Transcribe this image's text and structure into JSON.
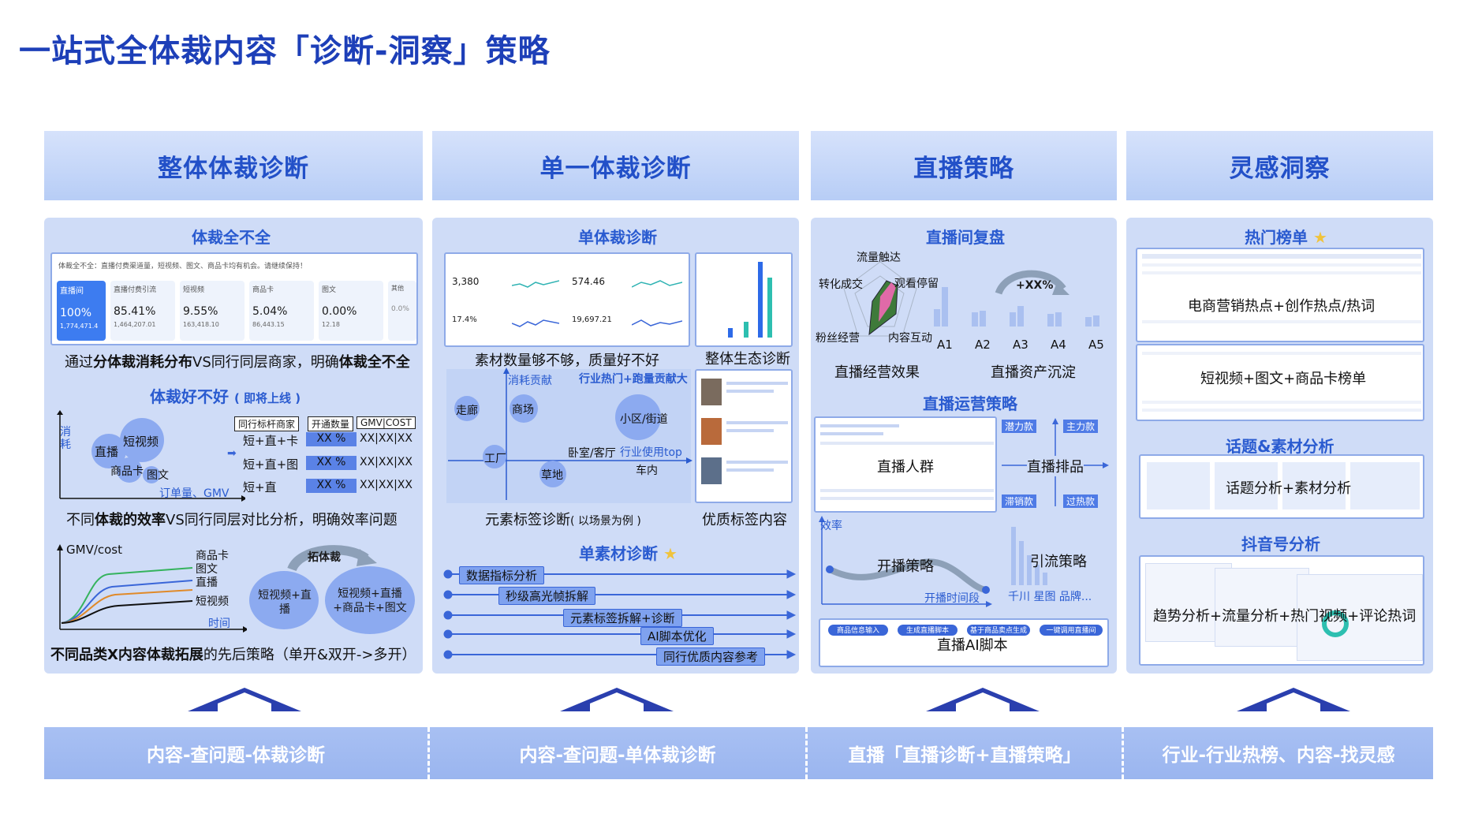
{
  "page": {
    "title": "一站式全体裁内容「诊断-洞察」策略"
  },
  "columns": [
    {
      "header": "整体体裁诊断"
    },
    {
      "header": "单一体裁诊断"
    },
    {
      "header": "直播策略"
    },
    {
      "header": "灵感洞察"
    }
  ],
  "col1": {
    "sub1": "体裁全不全",
    "screenshot": {
      "notice": "体裁全不全：直播付费渠道量，短视频、图文、商品卡均有机会。请继续保持！",
      "cards": [
        {
          "label": "直播间",
          "value": "100%",
          "note": "1,774,471.4"
        },
        {
          "label": "直播付费引流",
          "value": "85.41%",
          "note": "1,464,207.01"
        },
        {
          "label": "短视频",
          "value": "9.55%",
          "note": "163,418.10"
        },
        {
          "label": "商品卡",
          "value": "5.04%",
          "note": "86,443.15"
        },
        {
          "label": "图文",
          "value": "0.00%",
          "note": "12.18"
        },
        {
          "label": "其他",
          "value": "0.0%",
          "note": ""
        }
      ]
    },
    "cap1_prefix": "通过",
    "cap1_bold1": "分体裁消耗分布",
    "cap1_mid": "VS同行同层商家，明确",
    "cap1_bold2": "体裁全不全",
    "sub2": "体裁好不好",
    "sub2_note": "( 即将上线 )",
    "scatter": {
      "ylabel": "消耗",
      "xlabel": "订单量、GMV",
      "bubbles": [
        "直播",
        "短视频",
        "商品卡",
        "图文"
      ]
    },
    "table": {
      "headers": [
        "同行标杆商家",
        "开通数量",
        "GMV|COST"
      ],
      "rows": [
        {
          "combo": "短+直+卡",
          "pct": "XX %",
          "val": "XX|XX|XX"
        },
        {
          "combo": "短+直+图",
          "pct": "XX %",
          "val": "XX|XX|XX"
        },
        {
          "combo": "短+直",
          "pct": "XX %",
          "val": "XX|XX|XX"
        }
      ]
    },
    "cap2_prefix": "不同",
    "cap2_bold": "体裁的效率",
    "cap2_suffix": "VS同行同层对比分析，明确效率问题",
    "growth": {
      "ylabel": "GMV/cost",
      "xlabel": "时间",
      "lines": [
        "商品卡",
        "图文",
        "直播",
        "短视频"
      ]
    },
    "expand": {
      "label": "拓体裁",
      "left": "短视频+直播",
      "right": "短视频+直播+商品卡+图文"
    },
    "cap3_bold": "不同品类X内容体裁拓展",
    "cap3_suffix": "的先后策略（单开&双开->多开）"
  },
  "col2": {
    "sub1": "单体裁诊断",
    "metrics": [
      {
        "value": "3,380"
      },
      {
        "value": "574.46"
      },
      {
        "value": "17.4%"
      },
      {
        "value": "19,697.21"
      }
    ],
    "cap_left": "素材数量够不够，质量好不好",
    "cap_right": "整体生态诊断",
    "tag_map": {
      "ylabel": "消耗贡献",
      "legend": "行业热门+跑量贡献大",
      "xlabel": "行业使用top",
      "bubbles": [
        "走廊",
        "商场",
        "小区/街道",
        "工厂",
        "卧室/客厅",
        "草地",
        "车内"
      ]
    },
    "cap_tags": "元素标签诊断",
    "cap_tags_note": "( 以场景为例 )",
    "cap_quality": "优质标签内容",
    "sub2": "单素材诊断",
    "steps": [
      "数据指标分析",
      "秒级高光帧拆解",
      "元素标签拆解+诊断",
      "AI脚本优化",
      "同行优质内容参考"
    ]
  },
  "col3": {
    "sub1": "直播间复盘",
    "radar": [
      "流量触达",
      "转化成交",
      "观看停留",
      "粉丝经营",
      "内容互动"
    ],
    "growth_label": "+XX%",
    "bars": {
      "categories": [
        "A1",
        "A2",
        "A3",
        "A4",
        "A5"
      ]
    },
    "cap_left": "直播经营效果",
    "cap_right": "直播资产沉淀",
    "sub2": "直播运营策略",
    "crowd": "直播人群",
    "quad": {
      "center": "直播排品",
      "tl": "潜力款",
      "tr": "主力款",
      "bl": "滞销款",
      "br": "过热款"
    },
    "curve": {
      "ylabel": "效率",
      "label": "开播策略",
      "xlabel": "开播时间段"
    },
    "traffic": {
      "label": "引流策略",
      "sub": "千川 星图 品牌..."
    },
    "script": {
      "label": "直播AI脚本",
      "steps": [
        "商品信息输入",
        "生成直播脚本",
        "基于商品卖点生成",
        "一键调用直播间"
      ]
    }
  },
  "col4": {
    "sub1": "热门榜单",
    "board1": "电商营销热点+创作热点/热词",
    "board2": "短视频+图文+商品卡榜单",
    "sub2": "话题&素材分析",
    "topic": "话题分析+素材分析",
    "sub3": "抖音号分析",
    "account": "趋势分析+流量分析+热门视频+评论热词"
  },
  "bottom": [
    "内容-查问题-体裁诊断",
    "内容-查问题-单体裁诊断",
    "直播「直播诊断+直播策略」",
    "行业-行业热榜、内容-找灵感"
  ],
  "colors": {
    "accent": "#2250c8",
    "panel": "#cfdcf7",
    "header": "#b7cdf6",
    "bottom_bar": "#9ab5ef"
  }
}
